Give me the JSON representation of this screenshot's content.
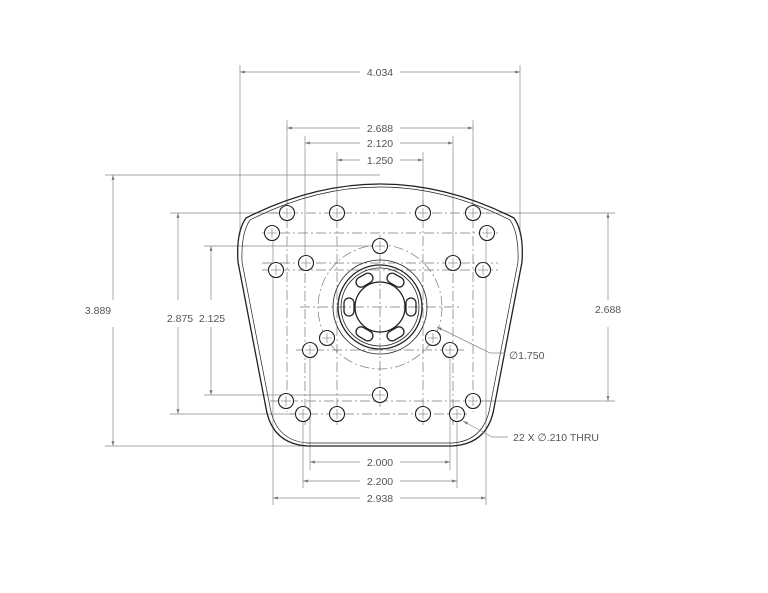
{
  "drawing": {
    "dimensions": {
      "overall_width": "4.034",
      "top_outer_spacing": "2.688",
      "top_mid_spacing": "2.120",
      "top_inner_spacing": "1.250",
      "overall_height": "3.889",
      "left_outer_height": "2.875",
      "left_inner_height": "2.125",
      "right_height": "2.688",
      "bottom_inner_spacing": "2.000",
      "bottom_mid_spacing": "2.200",
      "bottom_outer_spacing": "2.938"
    },
    "callouts": {
      "bolt_circle": "∅1.750",
      "holes": "22 X  ∅.210 THRU"
    },
    "hole_count": 22
  }
}
